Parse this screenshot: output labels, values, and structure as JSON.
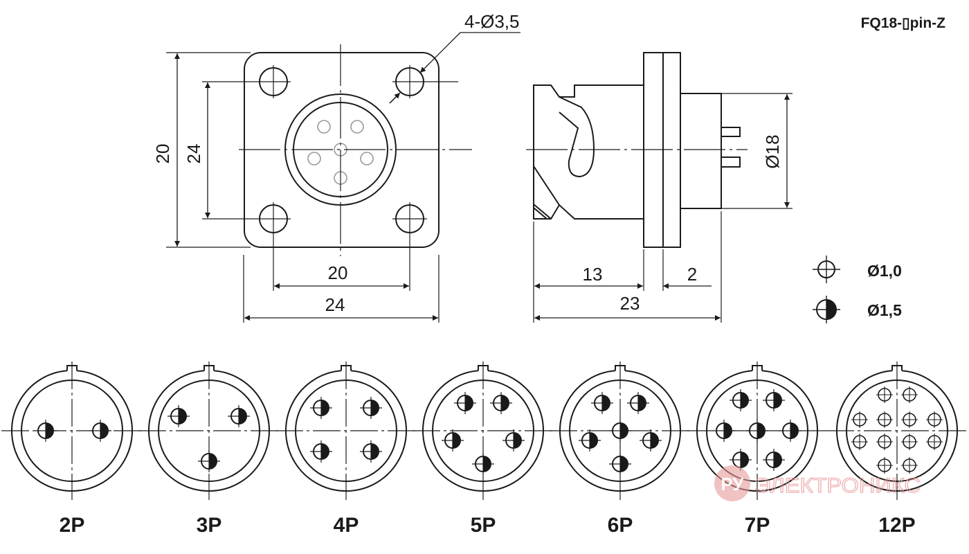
{
  "header": {
    "model_code": "FQ18-▯pin-Z"
  },
  "front_view": {
    "hole_callout": "4-Ø3,5",
    "dims": {
      "outer_height": "20",
      "hole_spacing_height": "24",
      "hole_spacing_width": "20",
      "outer_width": "24"
    }
  },
  "side_view": {
    "dims": {
      "body_diameter": "Ø18",
      "length_a": "13",
      "flange_thickness": "2",
      "total_length": "23"
    }
  },
  "legend": [
    {
      "symbol": "open-pin-symbol",
      "label": "Ø1,0"
    },
    {
      "symbol": "half-filled-pin-symbol",
      "label": "Ø1,5"
    }
  ],
  "layouts": [
    {
      "label": "2P"
    },
    {
      "label": "3P"
    },
    {
      "label": "4P"
    },
    {
      "label": "5P"
    },
    {
      "label": "6P"
    },
    {
      "label": "7P"
    },
    {
      "label": "12P"
    }
  ],
  "watermark": {
    "text": "ЭЛЕКТРОНИКС",
    "badge_text": "РУ",
    "color": "#e89a9a"
  },
  "colors": {
    "line": "#1a1a1a",
    "faint_pin": "#999999"
  }
}
